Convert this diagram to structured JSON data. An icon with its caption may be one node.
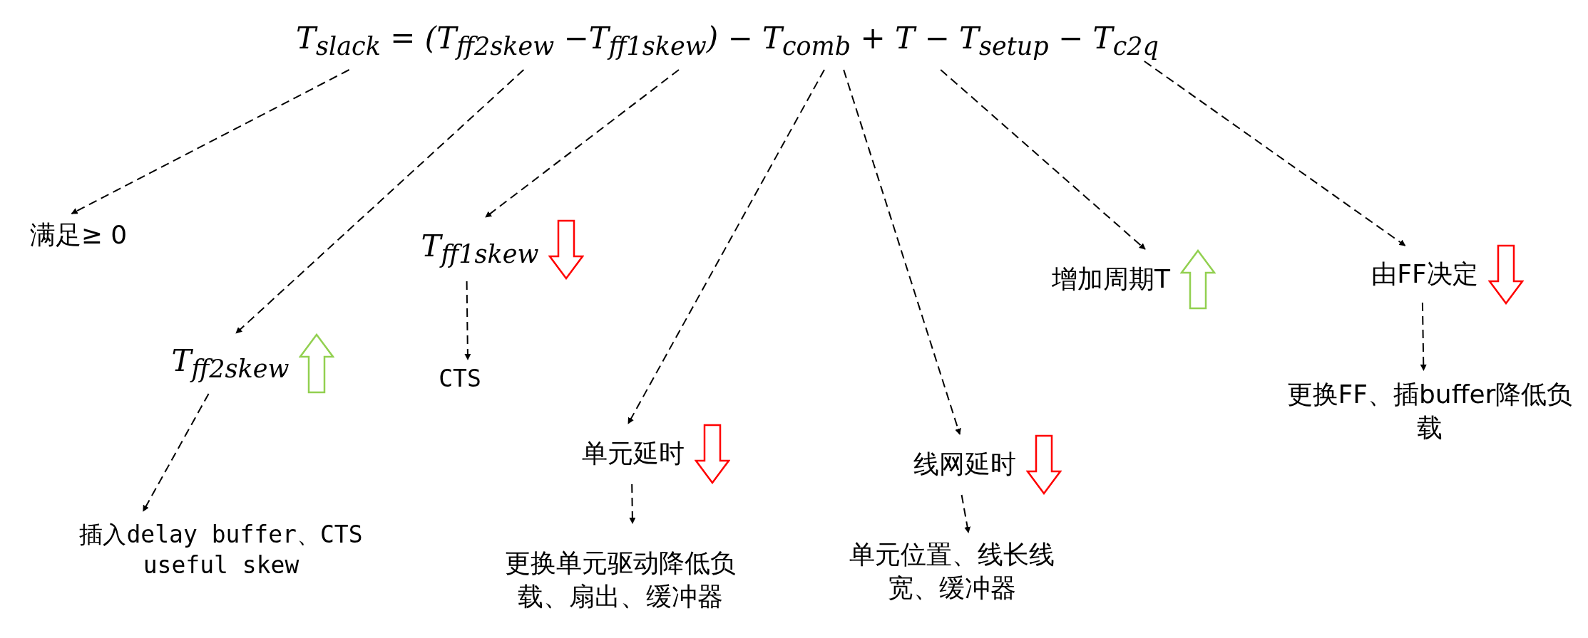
{
  "diagram": {
    "nodes": [
      {
        "text": [
          "T$_{slack}$ = (T$_{ff2skew}$ −T$_{ff1skew}$) − T$_{comb}$ + T − T$_{setup}$ − T$_{c2q}$"
        ]
      },
      {
        "text": [
          "满足≥ 0"
        ]
      },
      {
        "text": [
          "T$_{ff1skew}$"
        ]
      },
      {
        "text": [
          "增加周期T"
        ]
      },
      {
        "text": [
          "由FF决定"
        ]
      },
      {
        "text": [
          "T$_{ff2skew}$"
        ]
      },
      {
        "text": [
          "CTS"
        ]
      },
      {
        "text": [
          "更换FF、插buffer降低负载"
        ]
      },
      {
        "text": [
          "单元延时"
        ]
      },
      {
        "text": [
          "线网延时"
        ]
      },
      {
        "text": [
          "插入delay buffer、CTS useful skew"
        ]
      },
      {
        "text": [
          "更换单元驱动降低负载、扇出、缓冲器"
        ]
      },
      {
        "text": [
          "单元位置、线长线宽、缓冲器"
        ]
      }
    ],
    "edges": [
      {
        "from": 0,
        "to": 1,
        "arrow": "to",
        "style": "dashed"
      },
      {
        "from": 0,
        "to": 5,
        "arrow": "to",
        "style": "dashed"
      },
      {
        "from": 0,
        "to": 2,
        "arrow": "to",
        "style": "dashed"
      },
      {
        "from": 0,
        "to": 8,
        "arrow": "to",
        "style": "dashed"
      },
      {
        "from": 0,
        "to": 9,
        "arrow": "to",
        "style": "dashed"
      },
      {
        "from": 0,
        "to": 3,
        "arrow": "to",
        "style": "dashed"
      },
      {
        "from": 0,
        "to": 4,
        "arrow": "to",
        "style": "dashed"
      },
      {
        "from": 5,
        "to": 10,
        "arrow": "to",
        "style": "dashed"
      },
      {
        "from": 2,
        "to": 6,
        "arrow": "to",
        "style": "dashed"
      },
      {
        "from": 8,
        "to": 11,
        "arrow": "to",
        "style": "dashed"
      },
      {
        "from": 9,
        "to": 12,
        "arrow": "to",
        "style": "dashed"
      },
      {
        "from": 4,
        "to": 7,
        "arrow": "to",
        "style": "dashed"
      }
    ]
  }
}
